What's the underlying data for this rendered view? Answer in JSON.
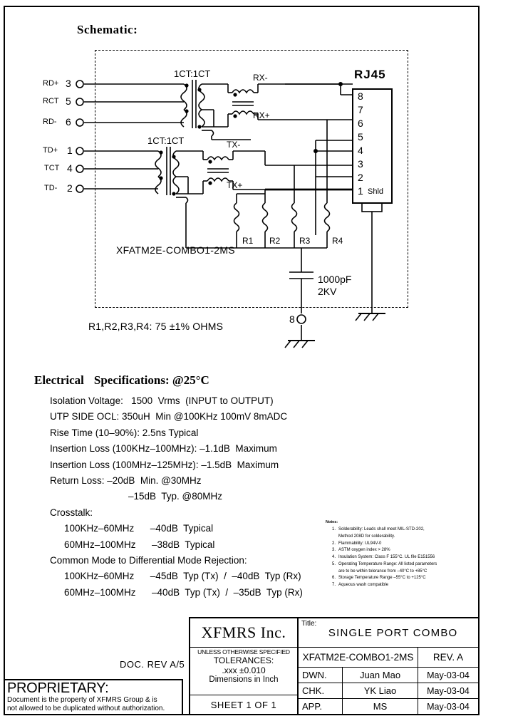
{
  "heading": "Schematic:",
  "schematic": {
    "left_pins": [
      {
        "label": "RD+",
        "num": "3"
      },
      {
        "label": "RCT",
        "num": "5"
      },
      {
        "label": "RD-",
        "num": "6"
      },
      {
        "label": "TD+",
        "num": "1"
      },
      {
        "label": "TCT",
        "num": "4"
      },
      {
        "label": "TD-",
        "num": "2"
      }
    ],
    "ratio_top": "1CT:1CT",
    "ratio_bottom": "1CT:1CT",
    "signal_rx_minus": "RX-",
    "signal_rx_plus": "RX+",
    "signal_tx_minus": "TX-",
    "signal_tx_plus": "TX+",
    "rj45_title": "RJ45",
    "rj45_pins": [
      "8",
      "7",
      "6",
      "5",
      "4",
      "3",
      "2",
      "1"
    ],
    "rj45_shield_label": "Shld",
    "part_number": "XFATM2E-COMBO1-2MS",
    "resistors": [
      "R1",
      "R2",
      "R3",
      "R4"
    ],
    "cap_value": "1000pF",
    "cap_rating": "2KV",
    "cap_pin": "8",
    "resistor_note": "R1,R2,R3,R4:  75  ±1%  OHMS"
  },
  "electrical": {
    "title_a": "Electrical",
    "title_b": "Specifications: @25°C",
    "lines": [
      {
        "text": "Isolation Voltage:   1500  Vrms  (INPUT to OUTPUT)",
        "indent": 0
      },
      {
        "text": "UTP SIDE OCL: 350uH  Min @100KHz 100mV 8mADC",
        "indent": 0
      },
      {
        "text": "Rise Time (10–90%): 2.5ns Typical",
        "indent": 0
      },
      {
        "text": "Insertion Loss (100KHz–100MHz): –1.1dB  Maximum",
        "indent": 0
      },
      {
        "text": "Insertion Loss (100MHz–125MHz): –1.5dB  Maximum",
        "indent": 0
      },
      {
        "text": "Return Loss: –20dB  Min. @30MHz",
        "indent": 0
      },
      {
        "text": "–15dB  Typ. @80MHz",
        "indent": 2
      },
      {
        "text": "Crosstalk:",
        "indent": 0
      },
      {
        "text": "100KHz–60MHz      –40dB  Typical",
        "indent": 1
      },
      {
        "text": "60MHz–100MHz      –38dB  Typical",
        "indent": 1
      },
      {
        "text": "Common Mode to Differential Mode Rejection:",
        "indent": 0
      },
      {
        "text": "100KHz–60MHz      –45dB  Typ (Tx)  /  –40dB  Typ (Rx)",
        "indent": 1
      },
      {
        "text": "60MHz–100MHz      –40dB  Typ (Tx)  /  –35dB  Typ (Rx)",
        "indent": 1
      }
    ]
  },
  "notes": {
    "heading": "Notes:",
    "items": [
      {
        "num": "1.",
        "text": "Solderability: Leads shall meet MIL-STD-202,",
        "cont": "Method 208D for solderability."
      },
      {
        "num": "2.",
        "text": "Flammability: UL94V-0",
        "cont": ""
      },
      {
        "num": "3.",
        "text": "ASTM oxygen index > 28%",
        "cont": ""
      },
      {
        "num": "4.",
        "text": "Insulation System: Class F 155°C. UL file E151556",
        "cont": ""
      },
      {
        "num": "5.",
        "text": "Operating Temperature Range: All listed parameters",
        "cont": "are to be within tolerance from –40°C to +85°C"
      },
      {
        "num": "6.",
        "text": "Storage Temperature Range  –55°C to +125°C",
        "cont": ""
      },
      {
        "num": "7.",
        "text": "Aqueous wash compatible",
        "cont": ""
      }
    ]
  },
  "doc_rev": "DOC. REV A/5",
  "proprietary": {
    "title": "PROPRIETARY:",
    "line1": "Document is the property of XFMRS Group & is",
    "line2": "not allowed to be duplicated without authorization."
  },
  "title_block": {
    "company": "XFMRS Inc.",
    "tolerance_l1": "UNLESS OTHERWISE SPECIFIED",
    "tolerance_l2": "TOLERANCES:",
    "tolerance_l3": ".xxx ±0.010",
    "tolerance_l4": "Dimensions in Inch",
    "sheet": "SHEET  1  OF  1",
    "title_label": "Title:",
    "title_value": "SINGLE PORT COMBO",
    "part_number": "XFATM2E-COMBO1-2MS",
    "revision": "REV. A",
    "rows": [
      {
        "role": "DWN.",
        "name": "Juan Mao",
        "date": "May-03-04"
      },
      {
        "role": "CHK.",
        "name": "YK Liao",
        "date": "May-03-04"
      },
      {
        "role": "APP.",
        "name": "MS",
        "date": "May-03-04"
      }
    ]
  }
}
